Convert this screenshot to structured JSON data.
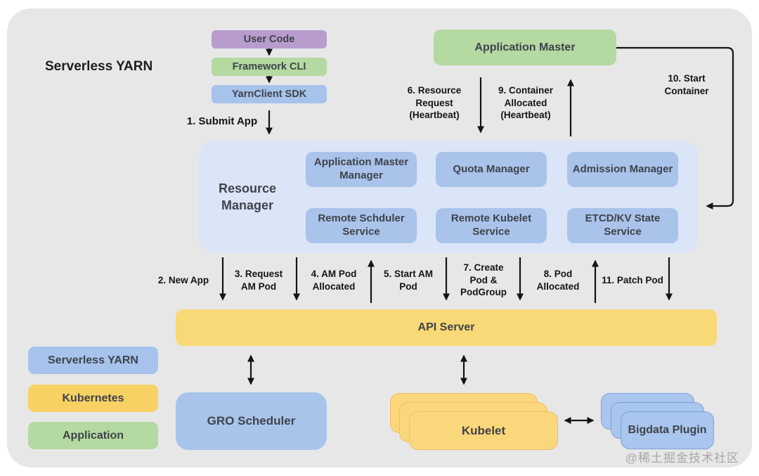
{
  "title": "Serverless YARN",
  "watermark": "@稀土掘金技术社区",
  "colors": {
    "background_gray": "#e7e7e8",
    "serverless_yarn_blue": "#a6c3ec",
    "kubernetes_yellow": "#f7d163",
    "application_green": "#b4d9a1",
    "user_code_purple": "#b79ccd",
    "resource_manager_container_blue": "#dbe5f8",
    "resource_manager_module_blue": "#a9c3ea",
    "api_server_yellow": "#f9d877",
    "arrow_black": "#141414"
  },
  "client_stack": {
    "user_code": "User Code",
    "framework_cli": "Framework CLI",
    "yarnclient_sdk": "YarnClient SDK"
  },
  "application_master": "Application Master",
  "resource_manager": {
    "label": "Resource\nManager",
    "modules": [
      "Application Master Manager",
      "Quota Manager",
      "Admission Manager",
      "Remote Schduler Service",
      "Remote Kubelet Service",
      "ETCD/KV State Service"
    ]
  },
  "api_server": "API Server",
  "gro_scheduler": "GRO Scheduler",
  "kubelet": "Kubelet",
  "bigdata_plugin": "Bigdata Plugin",
  "legend": [
    {
      "label": "Serverless YARN",
      "color": "#a6c3ec"
    },
    {
      "label": "Kubernetes",
      "color": "#f7d163"
    },
    {
      "label": "Application",
      "color": "#b4d9a1"
    }
  ],
  "flow_labels": {
    "step1": "1. Submit App",
    "step2": "2. New App",
    "step3": "3. Request\nAM Pod",
    "step4": "4. AM Pod\nAllocated",
    "step5": "5. Start AM\nPod",
    "step6": "6. Resource\nRequest\n(Heartbeat)",
    "step7": "7. Create\nPod &\nPodGroup",
    "step8": "8. Pod\nAllocated",
    "step9": "9. Container\nAllocated\n(Heartbeat)",
    "step10": "10. Start\nContainer",
    "step11": "11. Patch Pod"
  }
}
